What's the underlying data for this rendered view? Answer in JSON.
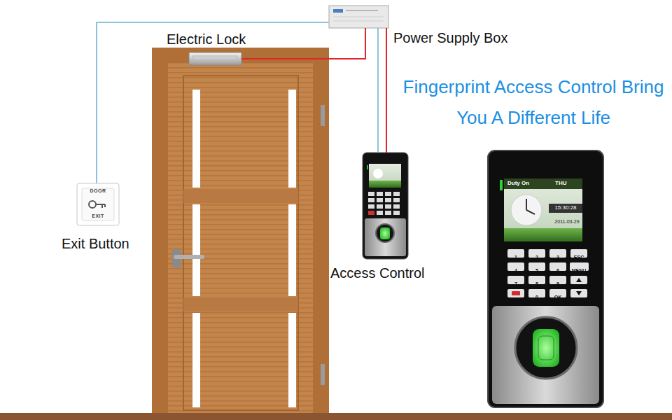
{
  "diagram": {
    "title": "Fingerprint Access Control Bring You A Different Life",
    "nodes": [
      {
        "text": [
          "Power Supply Box"
        ]
      },
      {
        "text": [
          "Electric Lock"
        ]
      },
      {
        "text": [
          "DOOR",
          "EXIT",
          "Exit Button"
        ]
      },
      {
        "text": [
          "Access Control"
        ]
      },
      {
        "text": [
          "Duty On",
          "THU",
          "15:30:28",
          "2011-03-29"
        ]
      },
      {
        "text": [
          "1"
        ],
        "in": 4
      },
      {
        "text": [
          "2"
        ],
        "in": 4
      },
      {
        "text": [
          "3"
        ],
        "in": 4
      },
      {
        "text": [
          "ESC"
        ],
        "in": 4
      },
      {
        "text": [
          "4"
        ],
        "in": 4
      },
      {
        "text": [
          "5"
        ],
        "in": 4
      },
      {
        "text": [
          "6"
        ],
        "in": 4
      },
      {
        "text": [
          "MENU"
        ],
        "in": 4
      },
      {
        "text": [
          "7"
        ],
        "in": 4
      },
      {
        "text": [
          "8"
        ],
        "in": 4
      },
      {
        "text": [
          "9"
        ],
        "in": 4
      },
      {
        "text": [
          "0"
        ],
        "in": 4
      },
      {
        "text": [
          "OK"
        ],
        "in": 4
      }
    ],
    "edges": [
      {
        "from": 2,
        "to": 0,
        "arrow": "none"
      },
      {
        "from": 1,
        "to": 0,
        "arrow": "none"
      },
      {
        "from": 3,
        "to": 0,
        "arrow": "none"
      },
      {
        "from": 3,
        "to": 0,
        "arrow": "none"
      }
    ]
  }
}
